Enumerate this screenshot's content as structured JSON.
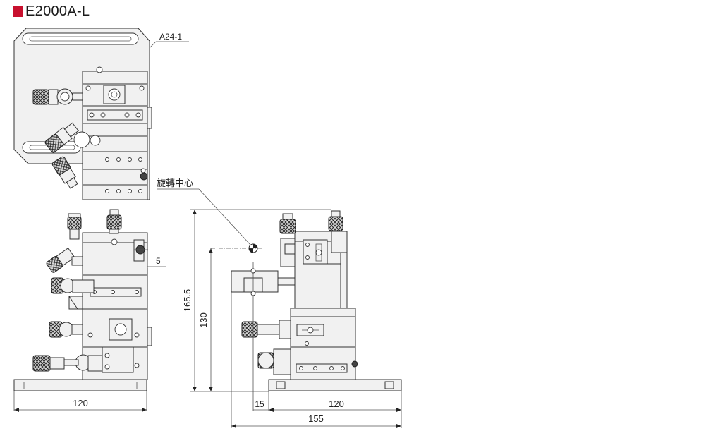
{
  "title": {
    "model": "E2000A-L",
    "accent_color": "#c8102e"
  },
  "labels": {
    "part_ref": "A24-1",
    "rotation_center": "旋轉中心",
    "offset_5": "5",
    "dim_height_total": "165.5",
    "dim_height_130": "130",
    "dim_width_left": "120",
    "dim_15": "15",
    "dim_width_right": "120",
    "dim_155": "155"
  }
}
